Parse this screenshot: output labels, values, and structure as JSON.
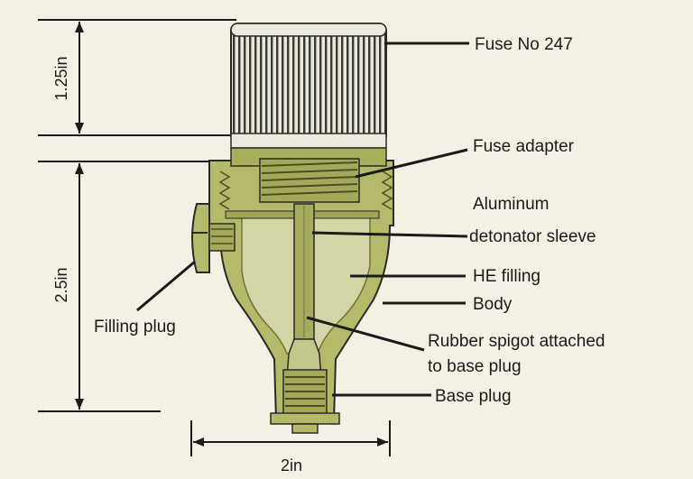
{
  "colors": {
    "background": "#f4f1e4",
    "body_green": "#b5ba6a",
    "body_green_dark": "#7f8640",
    "filling_light": "#d3d5a6",
    "fuse_cap": "#eceadd",
    "ink": "#1b1b1b"
  },
  "dimensions": {
    "fuse_height": "1.25in",
    "body_height": "2.5in",
    "width": "2in"
  },
  "labels": {
    "fuse": "Fuse No 247",
    "fuse_adapter": "Fuse adapter",
    "sleeve_line1": "Aluminum",
    "sleeve_line2": "detonator sleeve",
    "he_filling": "HE filling",
    "body": "Body",
    "filling_plug": "Filling plug",
    "spigot_line1": "Rubber spigot attached",
    "spigot_line2": "to base plug",
    "base_plug": "Base plug"
  }
}
